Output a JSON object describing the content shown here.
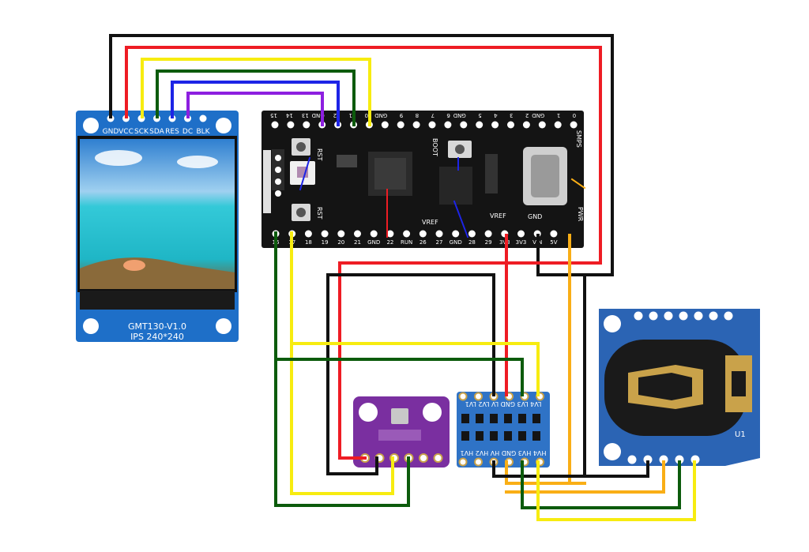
{
  "tft_display": {
    "pins": [
      "GND",
      "VCC",
      "SCK",
      "SDA",
      "RES",
      "DC",
      "BLK"
    ],
    "model": "GMT130-V1.0",
    "spec": "IPS 240*240"
  },
  "mcu_board": {
    "top_pins": [
      "15",
      "14",
      "13",
      "GND",
      "12",
      "11",
      "10",
      "GND",
      "9",
      "8",
      "7",
      "6",
      "GND",
      "5",
      "4",
      "3",
      "2",
      "GND",
      "1",
      "0"
    ],
    "bottom_pins": [
      "16",
      "17",
      "18",
      "19",
      "20",
      "21",
      "GND",
      "22",
      "RUN",
      "26",
      "27",
      "GND",
      "28",
      "29",
      "3V3",
      "3V3",
      "VIN",
      "5V"
    ],
    "button_labels": [
      "RST",
      "BOOT",
      "RST"
    ],
    "side_labels": [
      "VREF",
      "VREF",
      "GND",
      "PWR",
      "SMPS"
    ]
  },
  "level_shifter": {
    "top_labels": "LV4 LV3 GND LV LV2 LV1",
    "bottom_labels": "HV4 HV3 GND HV HV2 HV1"
  },
  "rtc_module": {
    "label": "U1"
  },
  "colors": {
    "black": "#111111",
    "red": "#ee1c24",
    "yellow": "#f7ec10",
    "green": "#0c5b0c",
    "blue": "#1d24e6",
    "purple": "#8d1fe0",
    "orange": "#f9ae16",
    "board": "#141414",
    "tft_blue": "#1e6fc8",
    "purple_board": "#7a2fa0",
    "ls_blue": "#2f73c6",
    "rtc_blue": "#2b64b4"
  }
}
